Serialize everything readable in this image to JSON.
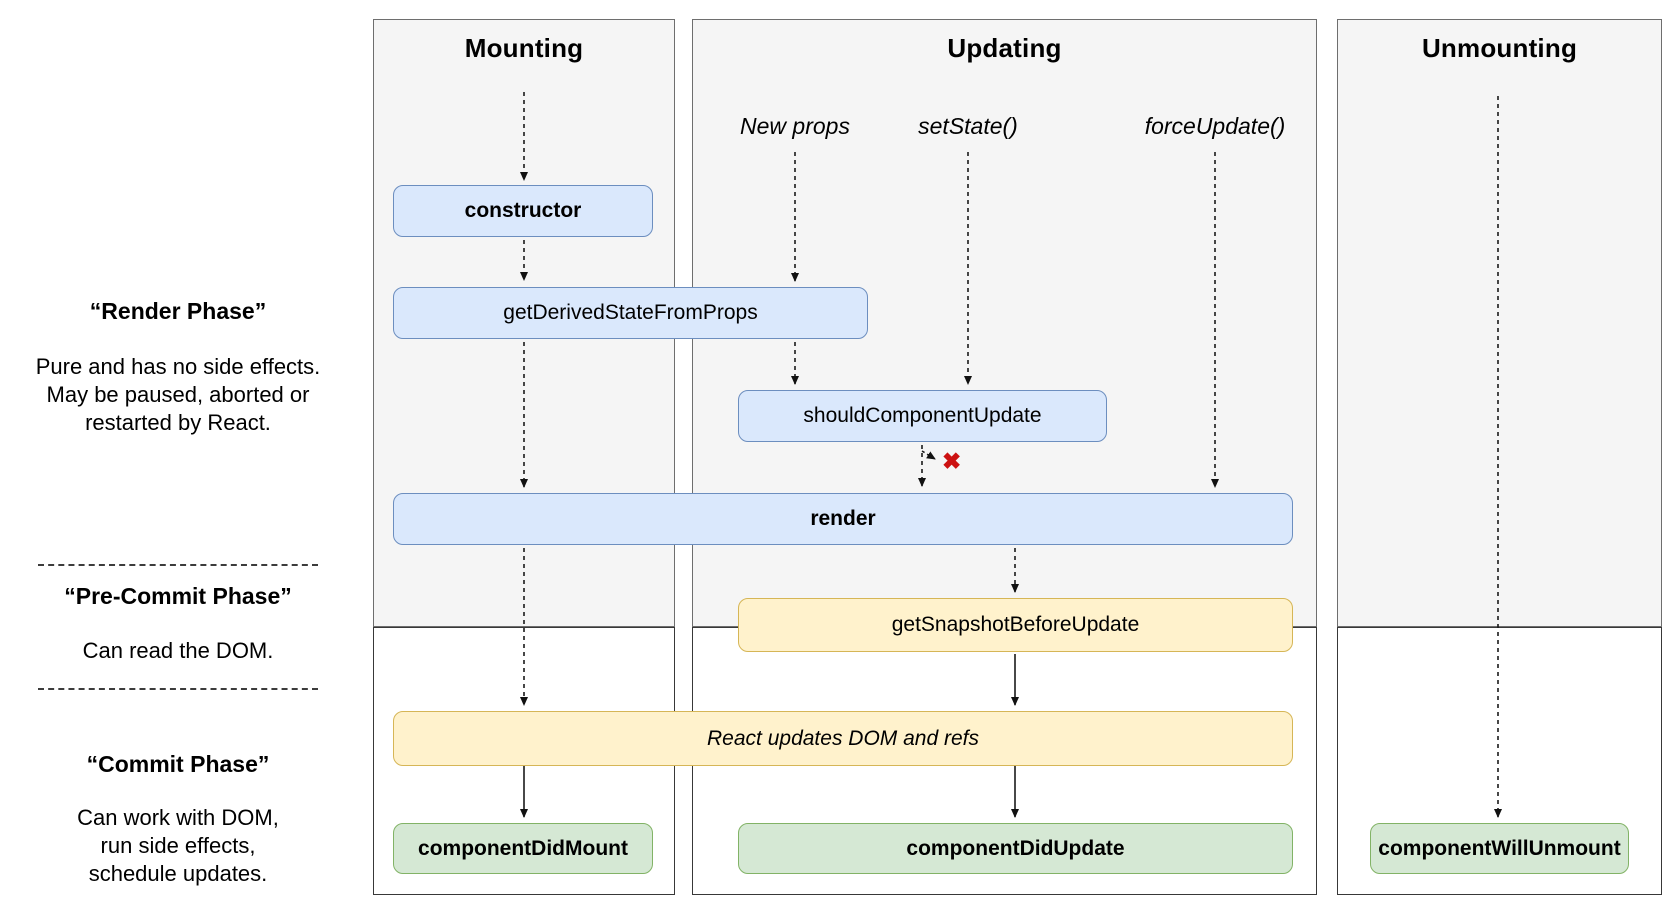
{
  "columns": {
    "mounting": "Mounting",
    "updating": "Updating",
    "unmounting": "Unmounting"
  },
  "triggers": {
    "new_props": "New props",
    "set_state": "setState()",
    "force_update": "forceUpdate()"
  },
  "nodes": {
    "constructor_node": "constructor",
    "get_derived_state_from_props": "getDerivedStateFromProps",
    "should_component_update": "shouldComponentUpdate",
    "render_node": "render",
    "get_snapshot_before_update": "getSnapshotBeforeUpdate",
    "react_updates_dom": "React updates DOM and refs",
    "component_did_mount": "componentDidMount",
    "component_did_update": "componentDidUpdate",
    "component_will_unmount": "componentWillUnmount"
  },
  "sidebar": {
    "render_phase": {
      "title": "“Render Phase”",
      "lines": [
        "Pure and has no side effects.",
        "May be paused, aborted or",
        "restarted by React."
      ]
    },
    "pre_commit_phase": {
      "title": "“Pre-Commit Phase”",
      "lines": [
        "Can read the DOM."
      ]
    },
    "commit_phase": {
      "title": "“Commit Phase”",
      "lines": [
        "Can work with DOM,",
        "run side effects,",
        "schedule updates."
      ]
    }
  },
  "marks": {
    "skip_cross": "✖"
  },
  "colors": {
    "node_blue_fill": "#dae8fc",
    "node_blue_border": "#6c8ebf",
    "node_yellow_fill": "#fff2cc",
    "node_yellow_border": "#d6b656",
    "node_green_fill": "#d5e8d4",
    "node_green_border": "#82b366",
    "panel_fill": "#f5f5f5",
    "skip_cross_red": "#cc1111"
  }
}
